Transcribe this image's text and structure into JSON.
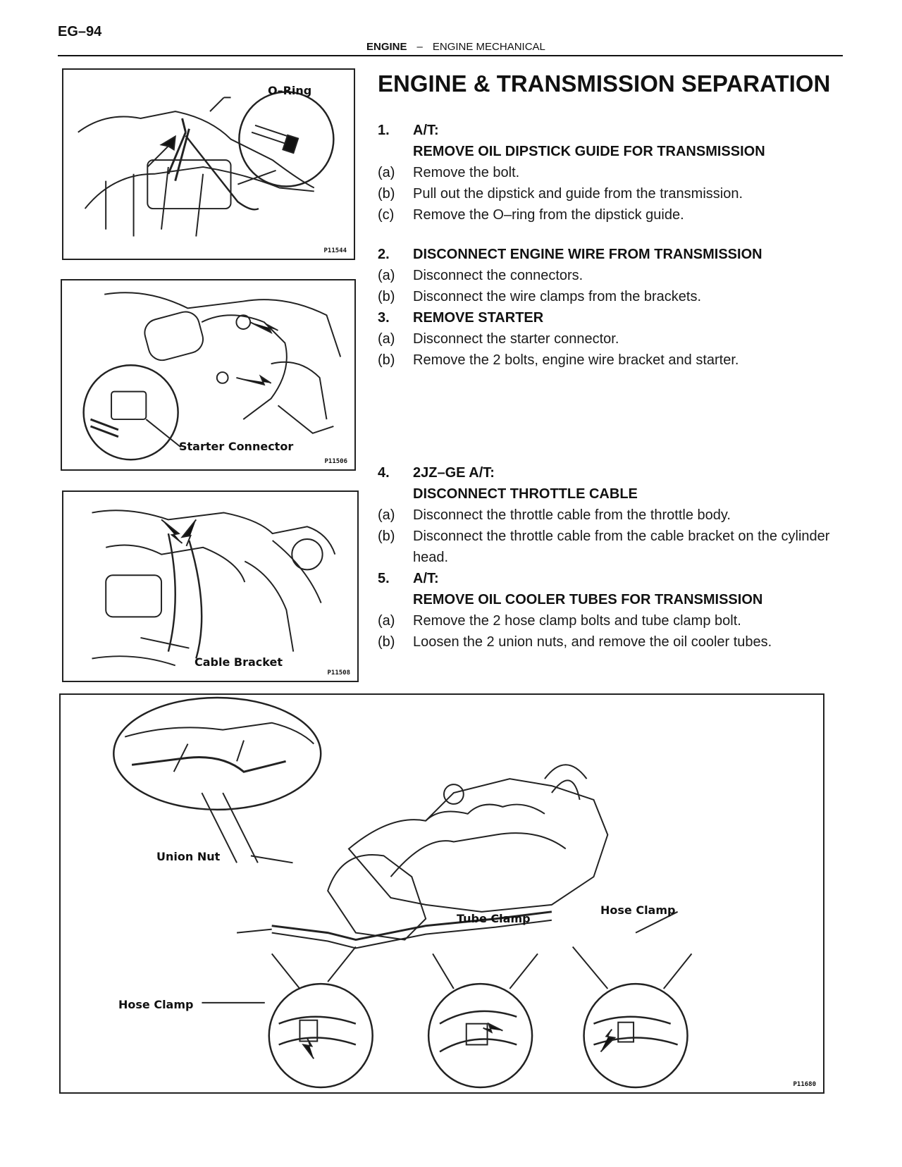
{
  "header": {
    "page_number": "EG–94",
    "section": "ENGINE",
    "separator": "–",
    "subsection": "ENGINE MECHANICAL"
  },
  "title": "ENGINE & TRANSMISSION SEPARATION",
  "figures": {
    "fig1": {
      "callout": "O–Ring",
      "code": "P11544"
    },
    "fig2": {
      "callout": "Starter Connector",
      "code": "P11506"
    },
    "fig3": {
      "callout": "Cable Bracket",
      "code": "P11508"
    },
    "fig4": {
      "callouts": [
        "Union Nut",
        "Hose Clamp",
        "Tube Clamp",
        "Hose Clamp"
      ],
      "code": "P11680"
    }
  },
  "steps": [
    {
      "num": "1.",
      "lines": [
        "A/T:",
        "REMOVE OIL DIPSTICK GUIDE FOR TRANSMISSION"
      ],
      "sub": [
        {
          "label": "(a)",
          "text": "Remove the bolt."
        },
        {
          "label": "(b)",
          "text": "Pull out the dipstick and guide from the transmission."
        },
        {
          "label": "(c)",
          "text": "Remove the O–ring from the dipstick guide."
        }
      ]
    },
    {
      "num": "2.",
      "lines": [
        "DISCONNECT ENGINE WIRE FROM TRANSMISSION"
      ],
      "sub": [
        {
          "label": "(a)",
          "text": "Disconnect the connectors."
        },
        {
          "label": "(b)",
          "text": "Disconnect the wire clamps from the brackets."
        }
      ]
    },
    {
      "num": "3.",
      "lines": [
        "REMOVE STARTER"
      ],
      "sub": [
        {
          "label": "(a)",
          "text": "Disconnect the starter connector."
        },
        {
          "label": "(b)",
          "text": "Remove the 2 bolts, engine wire bracket and starter."
        }
      ]
    },
    {
      "num": "4.",
      "lines": [
        "2JZ–GE A/T:",
        "DISCONNECT THROTTLE CABLE"
      ],
      "sub": [
        {
          "label": "(a)",
          "text": "Disconnect the throttle cable from the throttle body."
        },
        {
          "label": "(b)",
          "text": "Disconnect the throttle cable from the cable bracket on the cylinder head."
        }
      ]
    },
    {
      "num": "5.",
      "lines": [
        "A/T:",
        "REMOVE OIL COOLER TUBES FOR TRANSMISSION"
      ],
      "sub": [
        {
          "label": "(a)",
          "text": "Remove the 2 hose clamp bolts and tube clamp bolt."
        },
        {
          "label": "(b)",
          "text": "Loosen the 2 union nuts, and remove the oil cooler tubes."
        }
      ]
    }
  ]
}
